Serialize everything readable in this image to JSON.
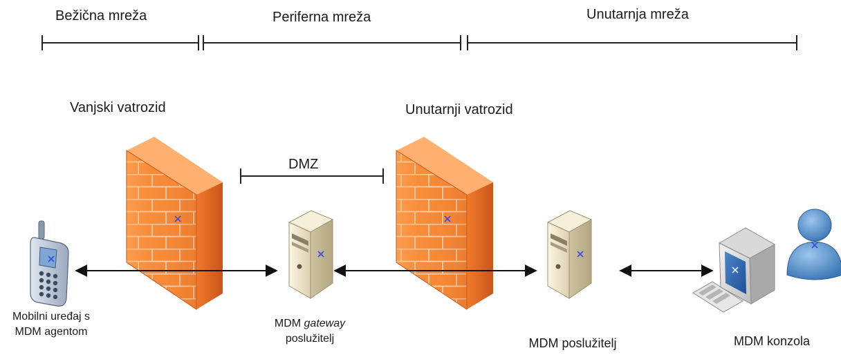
{
  "zones": {
    "wireless": "Bežična mreža",
    "perimeter": "Periferna mreža",
    "internal": "Unutarnja mreža"
  },
  "firewalls": {
    "external": "Vanjski vatrozid",
    "internal": "Unutarnji vatrozid"
  },
  "dmz": "DMZ",
  "nodes": {
    "mobile": {
      "line1": "Mobilni uređaj s",
      "line2": "MDM agentom"
    },
    "gateway": {
      "prefix": "MDM ",
      "italic": "gateway",
      "line2": "poslužitelj"
    },
    "server": "MDM poslužitelj",
    "console": "MDM konzola"
  },
  "colors": {
    "brick_light": "#ff9a3c",
    "brick_dark": "#d9621a",
    "server_body": "#efe6cf",
    "user_blue": "#4a86c5"
  }
}
